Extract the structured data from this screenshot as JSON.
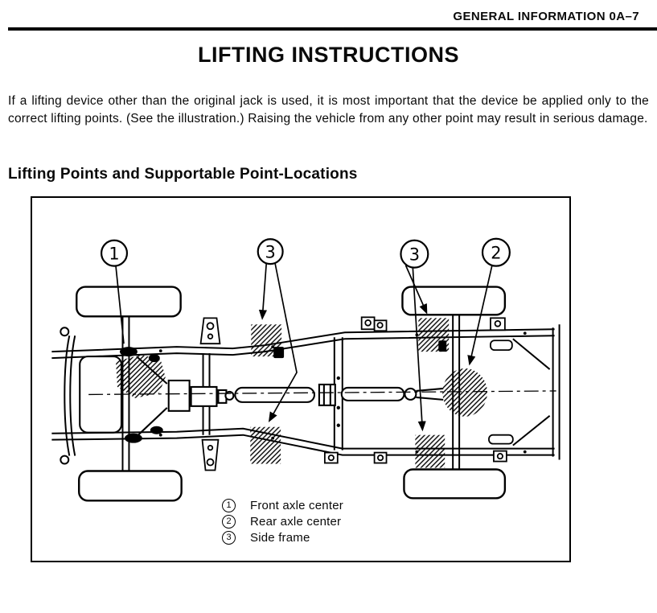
{
  "page": {
    "header": "GENERAL INFORMATION 0A–7",
    "title": "LIFTING INSTRUCTIONS",
    "body": "If a lifting device other than the original jack is used, it is most important that the device be applied only to the correct lifting points. (See the illustration.) Raising the vehicle from any other point may result in serious damage.",
    "section_heading": "Lifting Points and Supportable Point-Locations"
  },
  "figure": {
    "callouts": [
      "1",
      "3",
      "3",
      "2"
    ],
    "legend": [
      {
        "symbol": "1",
        "text": "Front axle center"
      },
      {
        "symbol": "2",
        "text": "Rear axle center"
      },
      {
        "symbol": "3",
        "text": "Side frame"
      }
    ]
  },
  "colors": {
    "ink": "#000000",
    "paper": "#ffffff"
  }
}
